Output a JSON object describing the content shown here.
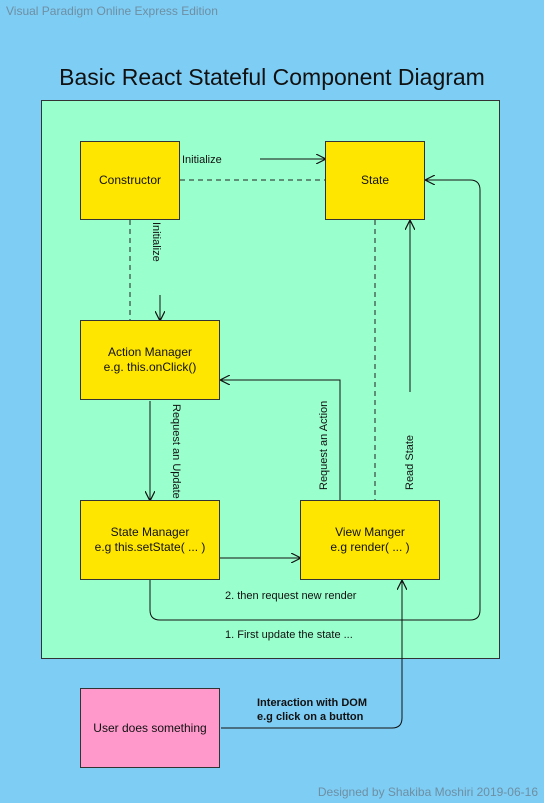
{
  "watermark": "Visual Paradigm Online Express Edition",
  "title": "Basic React Stateful Component Diagram",
  "nodes": {
    "constructor": "Constructor",
    "state": "State",
    "action_manager": [
      "Action Manager",
      "e.g. this.onClick()"
    ],
    "state_manager": [
      "State Manager",
      "e.g this.setState( ... )"
    ],
    "view_manager": [
      "View Manger",
      "e.g render( ... )"
    ],
    "user": "User does something"
  },
  "edges": {
    "initialize_h": "Initialize",
    "initialize_v": "Initialize",
    "request_update": "Request an Update",
    "request_action": "Request an Action",
    "read_state": "Read State",
    "then_render": "2. then request new render",
    "first_update": "1. First update the state ...",
    "interaction": [
      "Interaction with DOM",
      "e.g click on a button"
    ]
  },
  "footer": "Designed by Shakiba Moshiri 2019-06-16",
  "colors": {
    "background": "#7ecdf4",
    "panel": "#99ffcc",
    "node": "#ffe600",
    "user_node": "#ff99cc"
  }
}
